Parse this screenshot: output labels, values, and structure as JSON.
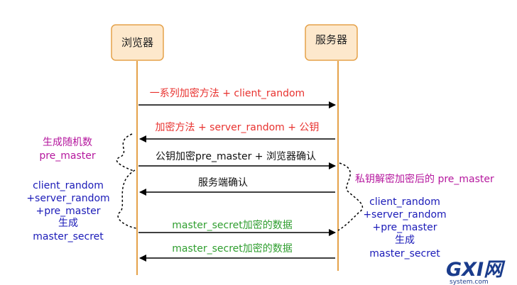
{
  "participants": {
    "browser": "浏览器",
    "server": "服务器"
  },
  "messages": [
    {
      "text": "一系列加密方法 + client_random",
      "color": "#e8322f"
    },
    {
      "text": "加密方法  + server_random + 公钥",
      "color": "#e8322f"
    },
    {
      "text": "公钥加密pre_master + 浏览器确认",
      "color": "#111111"
    },
    {
      "text": "服务端确认",
      "color": "#111111"
    },
    {
      "text": "master_secret加密的数据",
      "color": "#2f9e2f"
    },
    {
      "text": "master_secret加密的数据",
      "color": "#2f9e2f"
    }
  ],
  "notes": {
    "browser_premaster": [
      "生成随机数",
      "pre_master"
    ],
    "server_decrypt": "私钥解密加密后的 pre_master",
    "browser_master": [
      "client_random",
      "+server_random",
      "+pre_master",
      "生成",
      "master_secret"
    ],
    "server_master": [
      "client_random",
      "+server_random",
      "+pre_master",
      "生成",
      "master_secret"
    ]
  },
  "watermark": {
    "brand": "GXI网",
    "domain": "system.com"
  },
  "colors": {
    "box_fill": "#fde8cc",
    "box_stroke": "#e5a24a",
    "lifeline": "#e5a24a",
    "arrow": "#000000",
    "red": "#e8322f",
    "magenta": "#b5179e",
    "blue": "#1a1ab8",
    "green": "#2f9e2f"
  }
}
